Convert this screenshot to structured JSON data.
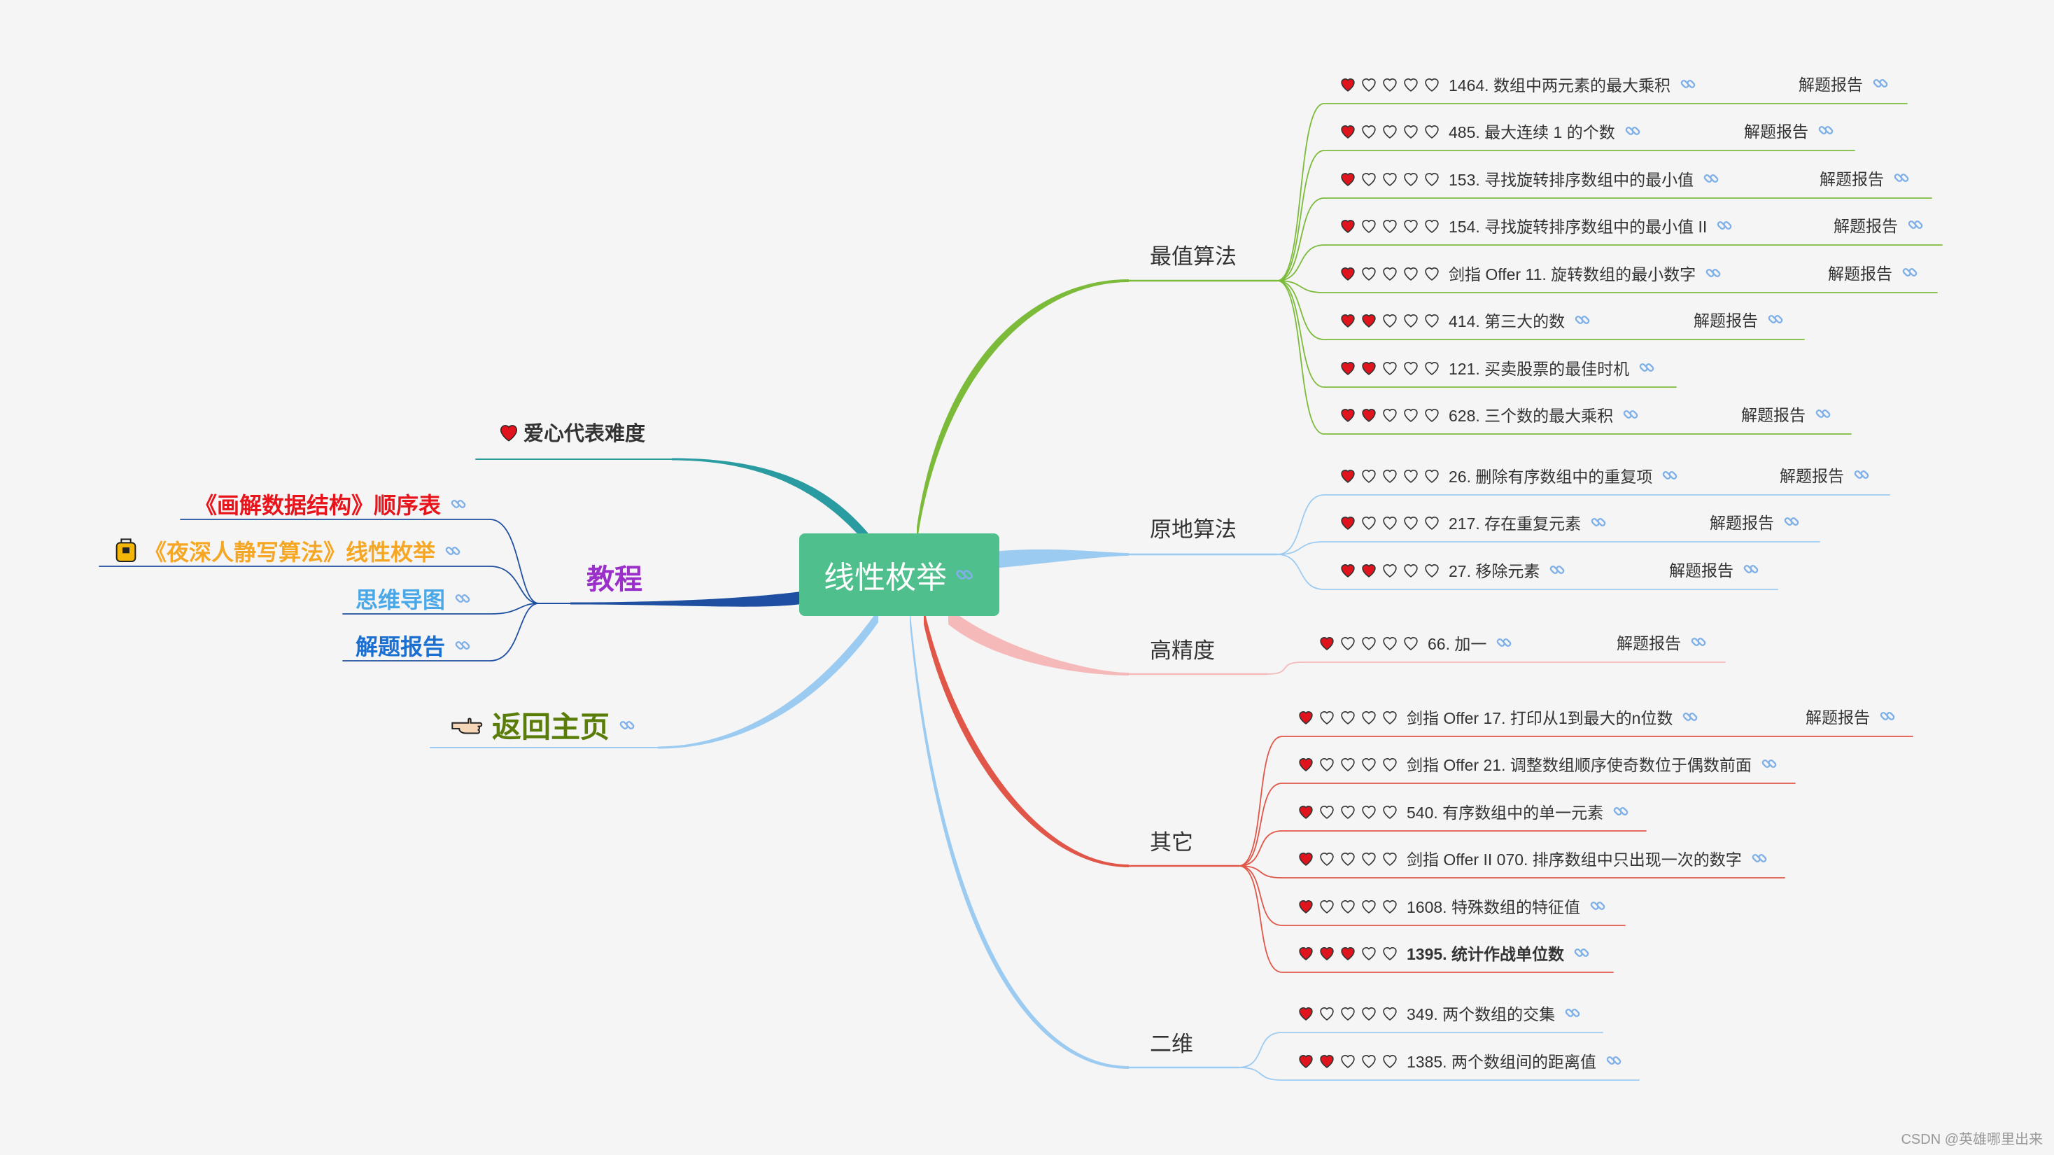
{
  "center": {
    "title": "线性枚举"
  },
  "legend": {
    "text": "爱心代表难度"
  },
  "tutorial": {
    "title": "教程",
    "links": [
      {
        "text": "《画解数据结构》顺序表",
        "color": "#e8141c"
      },
      {
        "text": "《夜深人静写算法》线性枚举",
        "color": "#f5a623"
      },
      {
        "text": "思维导图",
        "color": "#4aa8e8"
      },
      {
        "text": "解题报告",
        "color": "#1a6fd1"
      }
    ]
  },
  "home": {
    "text": "返回主页",
    "color": "#5a7d0a"
  },
  "colors": {
    "center": "#4fc08d",
    "green": "#7cbb3a",
    "blue_light": "#9ccbf2",
    "pink": "#f5b9b9",
    "red": "#e0574a",
    "teal": "#2a9ba0",
    "navy": "#1f4fa0",
    "heart": "#e0141c"
  },
  "report_label": "解题报告",
  "branches": [
    {
      "label": "最值算法",
      "items": [
        {
          "level": 1,
          "title": "1464. 数组中两元素的最大乘积",
          "report": true
        },
        {
          "level": 1,
          "title": "485. 最大连续 1 的个数",
          "report": true
        },
        {
          "level": 1,
          "title": "153. 寻找旋转排序数组中的最小值",
          "report": true
        },
        {
          "level": 1,
          "title": "154. 寻找旋转排序数组中的最小值 II",
          "report": true
        },
        {
          "level": 1,
          "title": "剑指 Offer 11. 旋转数组的最小数字",
          "report": true
        },
        {
          "level": 2,
          "title": "414. 第三大的数",
          "report": true
        },
        {
          "level": 2,
          "title": "121. 买卖股票的最佳时机",
          "report": false
        },
        {
          "level": 2,
          "title": "628. 三个数的最大乘积",
          "report": true
        }
      ]
    },
    {
      "label": "原地算法",
      "items": [
        {
          "level": 1,
          "title": "26. 删除有序数组中的重复项",
          "report": true
        },
        {
          "level": 1,
          "title": "217. 存在重复元素",
          "report": true
        },
        {
          "level": 2,
          "title": "27. 移除元素",
          "report": true
        }
      ]
    },
    {
      "label": "高精度",
      "items": [
        {
          "level": 1,
          "title": "66. 加一",
          "report": true
        }
      ]
    },
    {
      "label": "其它",
      "items": [
        {
          "level": 1,
          "title": "剑指 Offer 17. 打印从1到最大的n位数",
          "report": true
        },
        {
          "level": 1,
          "title": "剑指 Offer 21. 调整数组顺序使奇数位于偶数前面",
          "report": false
        },
        {
          "level": 1,
          "title": "540. 有序数组中的单一元素",
          "report": false
        },
        {
          "level": 1,
          "title": "剑指 Offer II 070. 排序数组中只出现一次的数字",
          "report": false
        },
        {
          "level": 1,
          "title": "1608. 特殊数组的特征值",
          "report": false
        },
        {
          "level": 3,
          "title": "1395. 统计作战单位数",
          "report": false,
          "bold": true
        }
      ]
    },
    {
      "label": "二维",
      "items": [
        {
          "level": 1,
          "title": "349. 两个数组的交集",
          "report": false
        },
        {
          "level": 2,
          "title": "1385. 两个数组间的距离值",
          "report": false
        }
      ]
    }
  ],
  "credit": "CSDN @英雄哪里出来"
}
